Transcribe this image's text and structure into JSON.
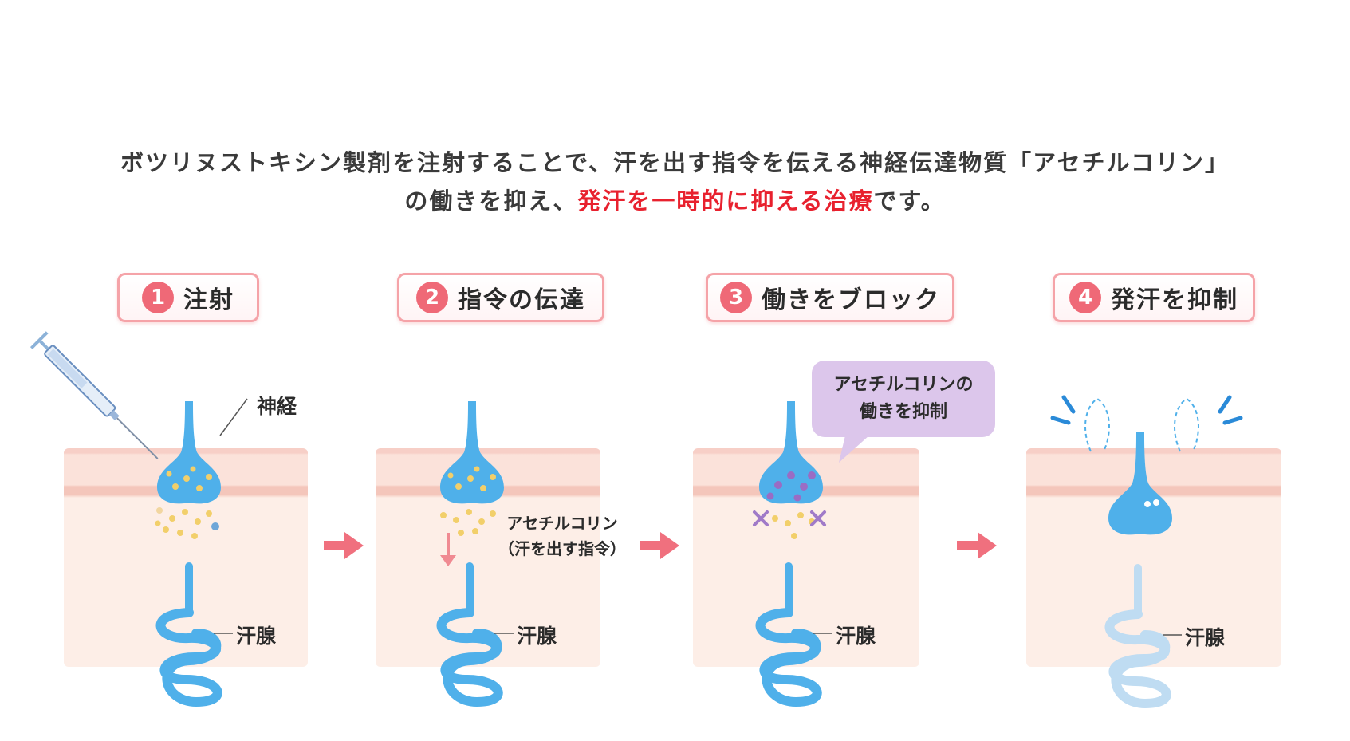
{
  "intro": {
    "line1": "ボツリヌストキシン製剤を注射することで、汗を出す指令を伝える神経伝達物質「アセチルコリン」",
    "line2_pre": "の働きを抑え、",
    "line2_red": "発汗を一時的に抑える治療",
    "line2_post": "です。"
  },
  "steps": [
    {
      "number": "1",
      "label": "注射"
    },
    {
      "number": "2",
      "label": "指令の伝達"
    },
    {
      "number": "3",
      "label": "働きをブロック"
    },
    {
      "number": "4",
      "label": "発汗を抑制"
    }
  ],
  "labels": {
    "nerve": "神経",
    "sweat_gland": "汗腺",
    "acetylcholine": "アセチルコリン",
    "acetylcholine_note": "（汗を出す指令）"
  },
  "bubble": {
    "line1": "アセチルコリンの",
    "line2": "働きを抑制"
  },
  "colors": {
    "accent_red": "#e8212e",
    "step_badge": "#ef6977",
    "nerve_blue": "#4fb0ea",
    "arrow_pink": "#f0707e",
    "bubble_purple": "#dcc6eb"
  }
}
